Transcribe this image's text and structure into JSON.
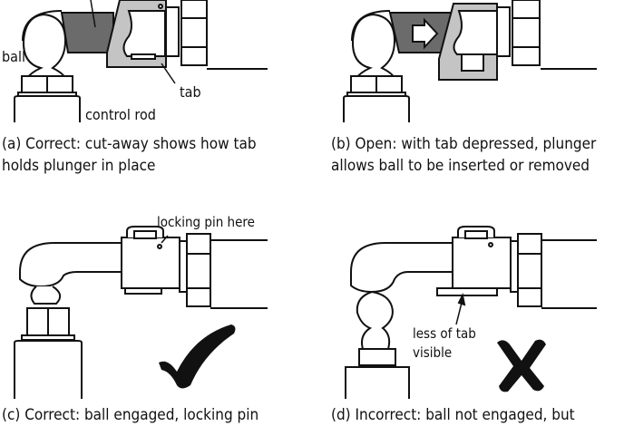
{
  "labels": {
    "ball": "ball",
    "tab": "tab",
    "control_rod": "control rod",
    "locking_pin_here": "locking pin here",
    "less_of_tab": "less of tab",
    "visible": "visible"
  },
  "captions": {
    "a": [
      "(a) Correct: cut-away shows how tab",
      "holds plunger in place"
    ],
    "b": [
      "(b) Open: with tab depressed, plunger",
      "allows ball to be inserted or removed"
    ],
    "c": [
      "(c) Correct: ball engaged, locking pin"
    ],
    "d": [
      "(d) Incorrect: ball not engaged, but"
    ]
  },
  "colors": {
    "plunger": "#6b6b6b",
    "tab": "#c4c4c4",
    "line": "#111111"
  }
}
